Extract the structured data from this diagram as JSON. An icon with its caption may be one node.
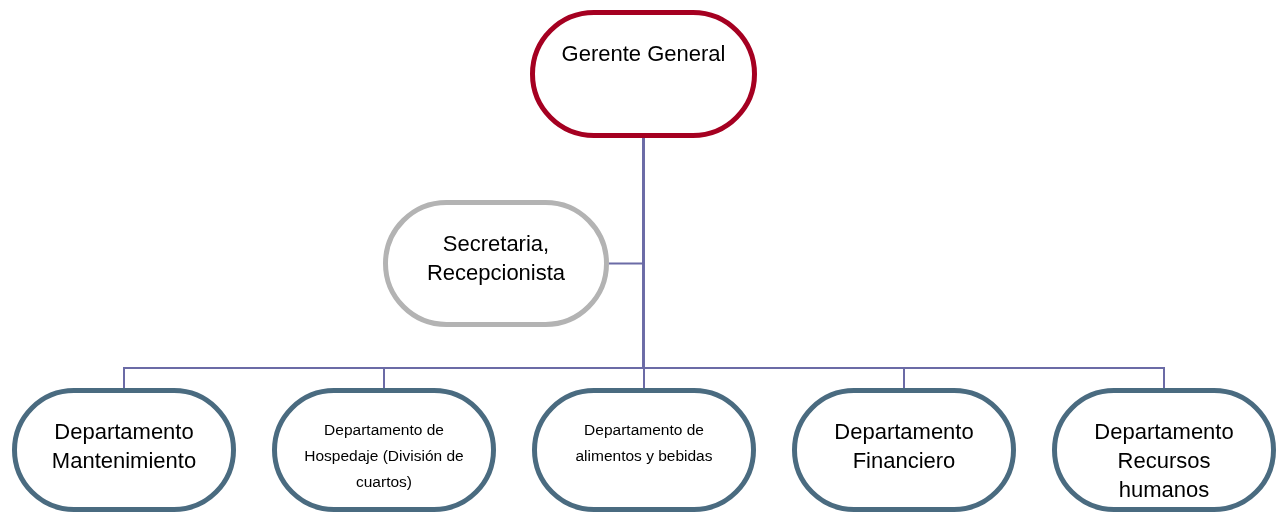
{
  "diagram": {
    "nodes": [
      {
        "text": [
          "Gerente General"
        ]
      },
      {
        "text": [
          "Secretaria, Recepcionista"
        ]
      },
      {
        "text": [
          "Departamento Mantenimiento"
        ]
      },
      {
        "text": [
          "Departamento de Hospedaje (División de cuartos)"
        ]
      },
      {
        "text": [
          "Departamento de alimentos y bebidas"
        ]
      },
      {
        "text": [
          "Departamento Financiero"
        ]
      },
      {
        "text": [
          "Departamento Recursos humanos"
        ]
      }
    ],
    "edges": [
      {
        "from": 0,
        "to": 1,
        "arrow": "none"
      },
      {
        "from": 0,
        "to": 2,
        "arrow": "none"
      },
      {
        "from": 0,
        "to": 3,
        "arrow": "none"
      },
      {
        "from": 0,
        "to": 4,
        "arrow": "none"
      },
      {
        "from": 0,
        "to": 5,
        "arrow": "none"
      },
      {
        "from": 0,
        "to": 6,
        "arrow": "none"
      }
    ]
  }
}
